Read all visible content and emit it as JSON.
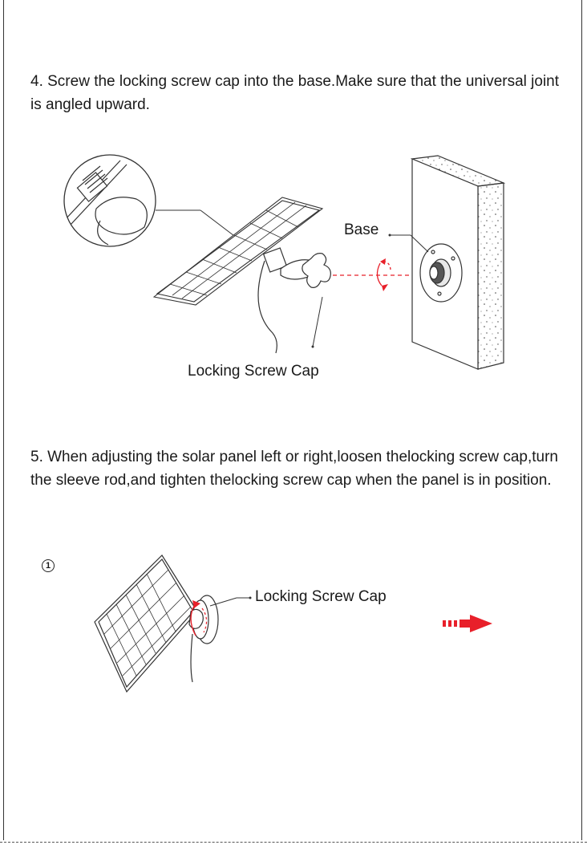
{
  "step4": {
    "text": "4. Screw the locking screw cap into the base.Make sure that the universal joint is angled upward.",
    "label_base": "Base",
    "label_cap": "Locking Screw Cap"
  },
  "step5": {
    "text": "5. When adjusting the solar panel left or right,loosen thelocking screw cap,turn the sleeve rod,and tighten thelocking screw cap when the panel is in position.",
    "step_number": "1",
    "label_cap": "Locking Screw Cap"
  },
  "colors": {
    "accent_red": "#e8202a",
    "line": "#333333"
  }
}
